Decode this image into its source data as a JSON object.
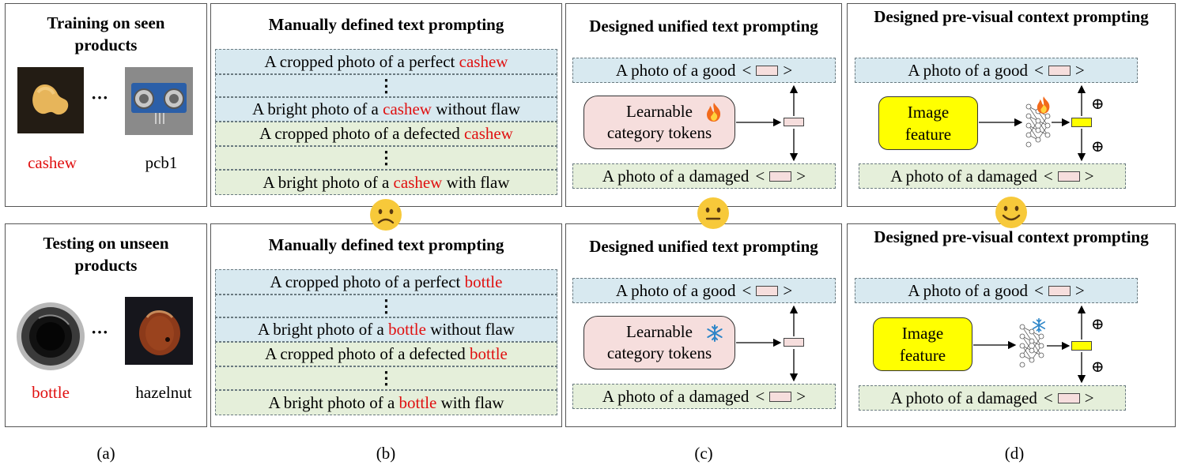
{
  "panel_a": {
    "top_title": "Training on seen products",
    "bottom_title": "Testing on unseen products",
    "train_labels": [
      "cashew",
      "pcb1"
    ],
    "test_labels": [
      "bottle",
      "hazelnut"
    ],
    "ellipsis": "···",
    "caption": "(a)"
  },
  "panel_b": {
    "title": "Manually defined text prompting",
    "top_rows": [
      {
        "pre": "A cropped photo of a perfect ",
        "hl": "cashew",
        "post": ""
      },
      {
        "pre": "A bright photo of a ",
        "hl": "cashew",
        "post": " without flaw"
      },
      {
        "pre": "A cropped photo of a defected ",
        "hl": "cashew",
        "post": ""
      },
      {
        "pre": "A bright photo of a ",
        "hl": "cashew",
        "post": " with flaw"
      }
    ],
    "bottom_rows": [
      {
        "pre": "A cropped photo of a perfect ",
        "hl": "bottle",
        "post": ""
      },
      {
        "pre": "A bright photo of a ",
        "hl": "bottle",
        "post": " without flaw"
      },
      {
        "pre": "A cropped photo of a defected ",
        "hl": "bottle",
        "post": ""
      },
      {
        "pre": "A bright photo of a ",
        "hl": "bottle",
        "post": " with flaw"
      }
    ],
    "vdots": "⋮",
    "caption": "(b)"
  },
  "panel_c": {
    "title": "Designed unified text prompting",
    "good_row": "A photo of a good",
    "damaged_row": "A photo of a damaged",
    "learnable_line1": "Learnable",
    "learnable_line2": "category tokens",
    "caption": "(c)"
  },
  "panel_d": {
    "title": "Designed pre-visual context prompting",
    "good_row": "A photo of a good",
    "damaged_row": "A photo of a damaged",
    "feature_line1": "Image",
    "feature_line2": "feature",
    "oplus": "⊕",
    "caption": "(d)"
  },
  "chevrons": {
    "left": "<",
    "right": ">"
  },
  "colors": {
    "highlight": "#e01010",
    "good_row": "#d8e9f0",
    "bad_row": "#e5efda",
    "token": "#f6dedd",
    "feature": "#ffff00",
    "emoji": "#f7c93a"
  },
  "icons": {
    "trainable": "fire-icon",
    "frozen": "snowflake-icon",
    "sad": "sad-face-icon",
    "neutral": "neutral-face-icon",
    "happy": "happy-face-icon"
  }
}
